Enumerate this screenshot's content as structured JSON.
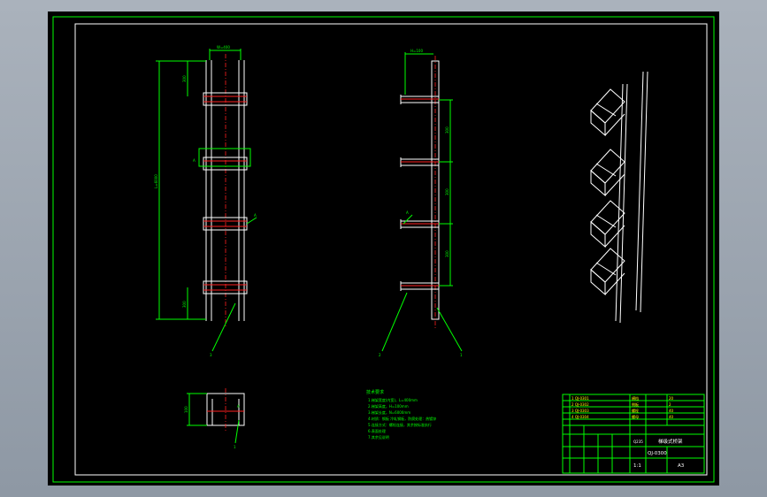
{
  "notes": {
    "heading": "技术要求",
    "lines": [
      "1.梯架宽度(内宽)，L=400mm",
      "2.梯架高度，H=100mm",
      "3.梯架长度，N=6000mm",
      "4.材质：钢板 冷轧钢板，防腐处理：热镀锌",
      "5.连接方式：螺栓连接，其余按标准执行",
      "6.表面处理",
      "7.其余见说明"
    ]
  },
  "dims": {
    "width_top": "W=400",
    "width_side": "H=100",
    "total_length": "L=6000",
    "spacing_1": "300",
    "spacing_2": "300",
    "spacing_3": "300",
    "top_offset": "300",
    "bottom_offset": "300",
    "section_h": "100",
    "detail_a": "A",
    "leader_1": "1",
    "leader_2": "2",
    "leader_3": "3"
  },
  "title_block": {
    "drawing_title": "梯级式桥架",
    "drawing_number": "QJ-0300",
    "scale": "1:1",
    "sheet_mark": "A3",
    "material": "Q235",
    "rows": [
      "1 QJ-0301",
      "2 QJ-0302",
      "3 QJ-0303",
      "4 QJ-0304"
    ],
    "row_names": [
      "横档",
      "侧板",
      "螺栓",
      "螺母"
    ],
    "row_qty": [
      "20",
      "2",
      "40",
      "40"
    ]
  }
}
